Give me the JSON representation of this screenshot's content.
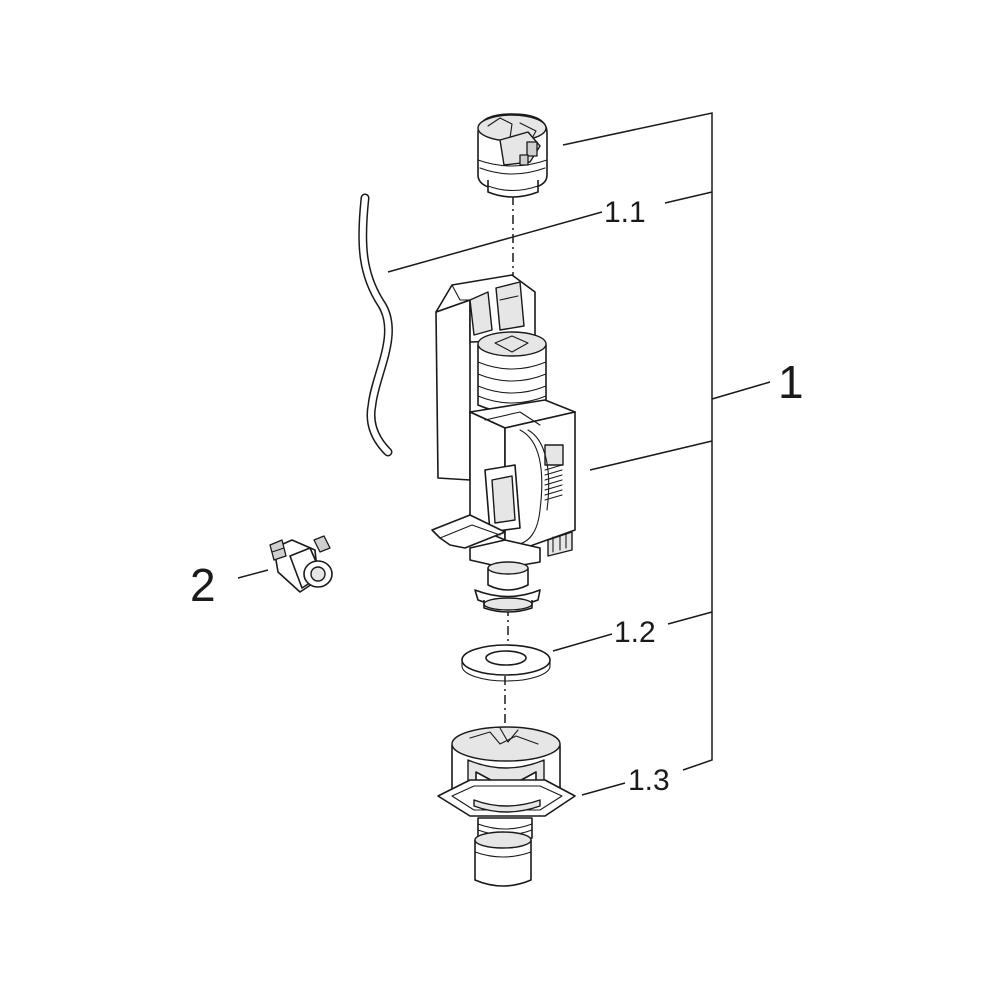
{
  "labels": {
    "assembly": "1",
    "part_1_1": "1.1",
    "part_1_2": "1.2",
    "part_1_3": "1.3",
    "part_2": "2"
  }
}
